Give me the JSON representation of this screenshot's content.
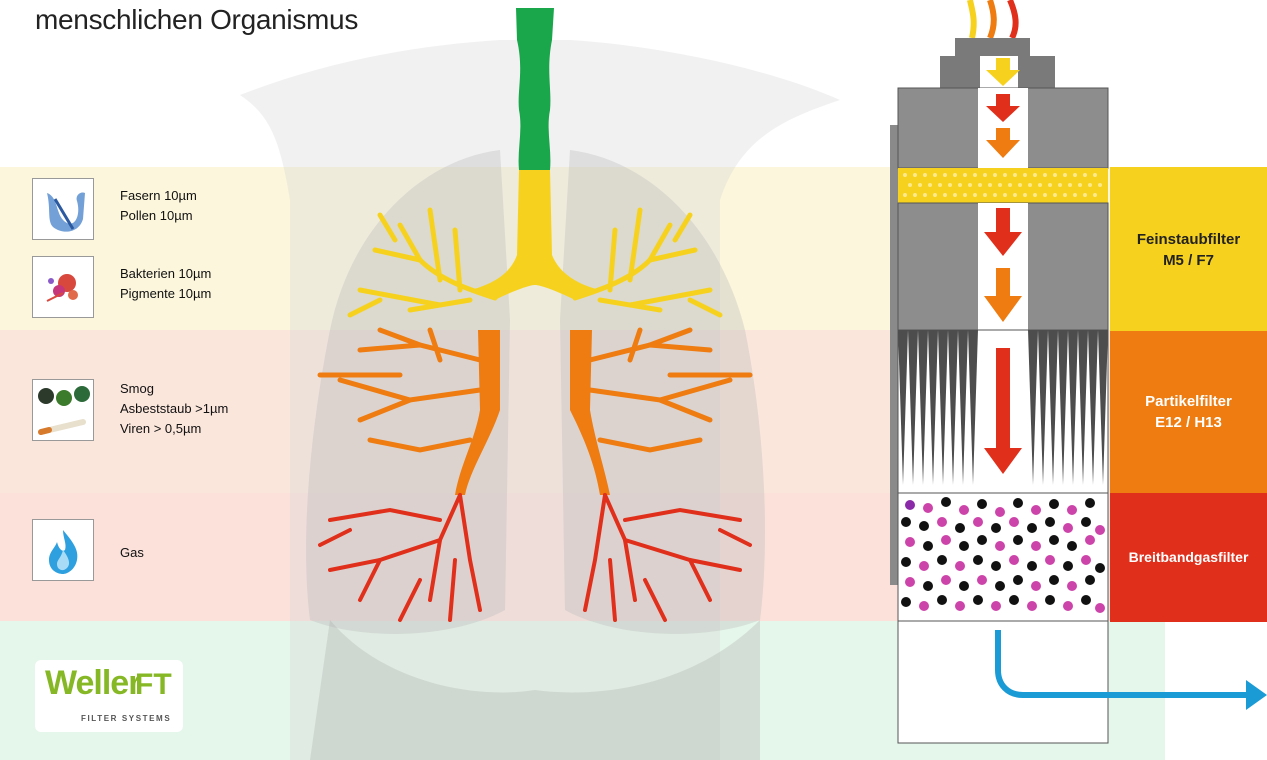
{
  "title": "menschlichen Organismus",
  "particles": [
    {
      "lines": [
        "Fasern 10µm",
        "Pollen 10µm"
      ],
      "icon": "fibers-icon"
    },
    {
      "lines": [
        "Bakterien 10µm",
        "Pigmente 10µm"
      ],
      "icon": "bacteria-icon"
    },
    {
      "lines": [
        "Smog",
        "Asbeststaub >1µm",
        "Viren > 0,5µm"
      ],
      "icon": "smog-icon"
    },
    {
      "lines": [
        "Gas"
      ],
      "icon": "flame-icon"
    }
  ],
  "filters": {
    "fein": {
      "line1": "Feinstaubfilter",
      "line2": "M5 / F7"
    },
    "partikel": {
      "line1": "Partikelfilter",
      "line2": "E12 / H13"
    },
    "gas": {
      "line1": "Breitbandgasfilter"
    }
  },
  "logo": {
    "brand": "Weller",
    "suffix": "FT",
    "subtitle": "FILTER SYSTEMS"
  },
  "colors": {
    "yellow": "#f6d21f",
    "orange": "#ee7c11",
    "red": "#e0301c",
    "green": "#1aa64b",
    "blue": "#1a9bd6"
  }
}
